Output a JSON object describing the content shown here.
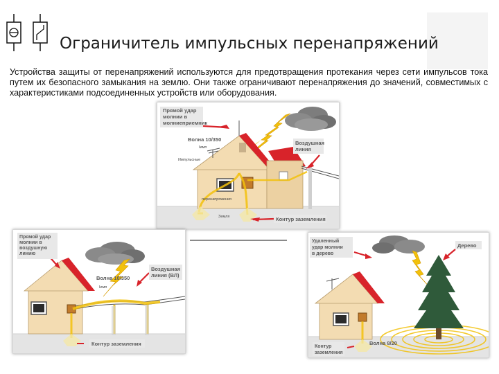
{
  "header": {
    "title": "Ограничитель импульсных перенапряжений",
    "description": "Устройства защиты от перенапряжений используются для предотвращения протекания через сети импульсов тока путем их безопасного замыкания на землю. Они также ограничивают перенапряжения до значений, совместимых с характеристиками подсоединенных устройств или оборудования."
  },
  "panel_top": {
    "label_direct": [
      "Прямой удар",
      "молнии в",
      "молниеприемник"
    ],
    "label_wave": "Волна 10/350",
    "label_iimp": "Iимп",
    "label_overhead": [
      "Воздушная",
      "линия"
    ],
    "label_ground": "Контур заземления",
    "small_labels": [
      "Импульсные",
      "перенапряжения",
      "Земля"
    ]
  },
  "panel_left": {
    "label_direct": [
      "Прямой удар",
      "молнии в",
      "воздушную",
      "линию"
    ],
    "label_wave": "Волна 10/350",
    "label_iimp": "Iимп",
    "label_overhead": [
      "Воздушная",
      "линия (ВЛ)"
    ],
    "label_ground": "Контур заземления"
  },
  "panel_right": {
    "label_remote": [
      "Удаленный",
      "удар молнии",
      "в дерево"
    ],
    "label_tree": "Дерево",
    "label_wave": "Волна 8/20",
    "label_ground": [
      "Контур",
      "заземления"
    ]
  },
  "colors": {
    "lightning": "#f2c10c",
    "wall": "#f3dcb2",
    "roof": "#d8232a",
    "arrow": "#d8232a",
    "ground": "#e3e3e3",
    "tree": "#2f5a3a"
  }
}
